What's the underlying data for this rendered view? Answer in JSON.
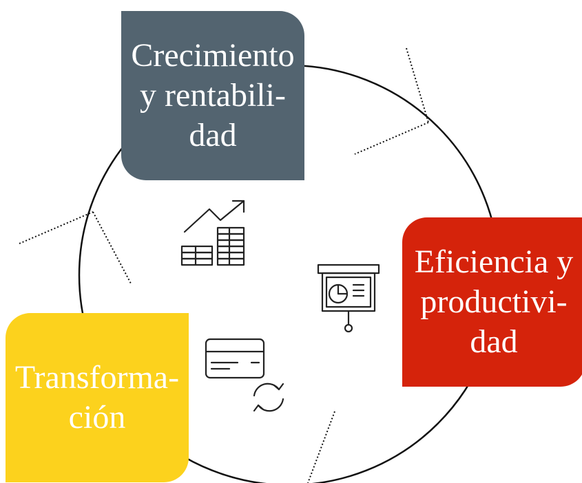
{
  "colors": {
    "growth_box": "#536470",
    "efficiency_box": "#d5230b",
    "transformation_box": "#fcd21d",
    "box_text": "#ffffff",
    "circle_stroke": "#111111",
    "icon_stroke": "#222222"
  },
  "boxes": {
    "growth": {
      "label": "Crecimiento\ny rentabili-\ndad"
    },
    "efficiency": {
      "label": "Eficiencia y\nproductivi-\ndad"
    },
    "transformation": {
      "label": "Transforma-\nción"
    }
  },
  "icons": {
    "growth": "coins-growth-chart-icon",
    "efficiency": "presentation-board-pie-chart-icon",
    "transformation": "card-refresh-icon"
  }
}
